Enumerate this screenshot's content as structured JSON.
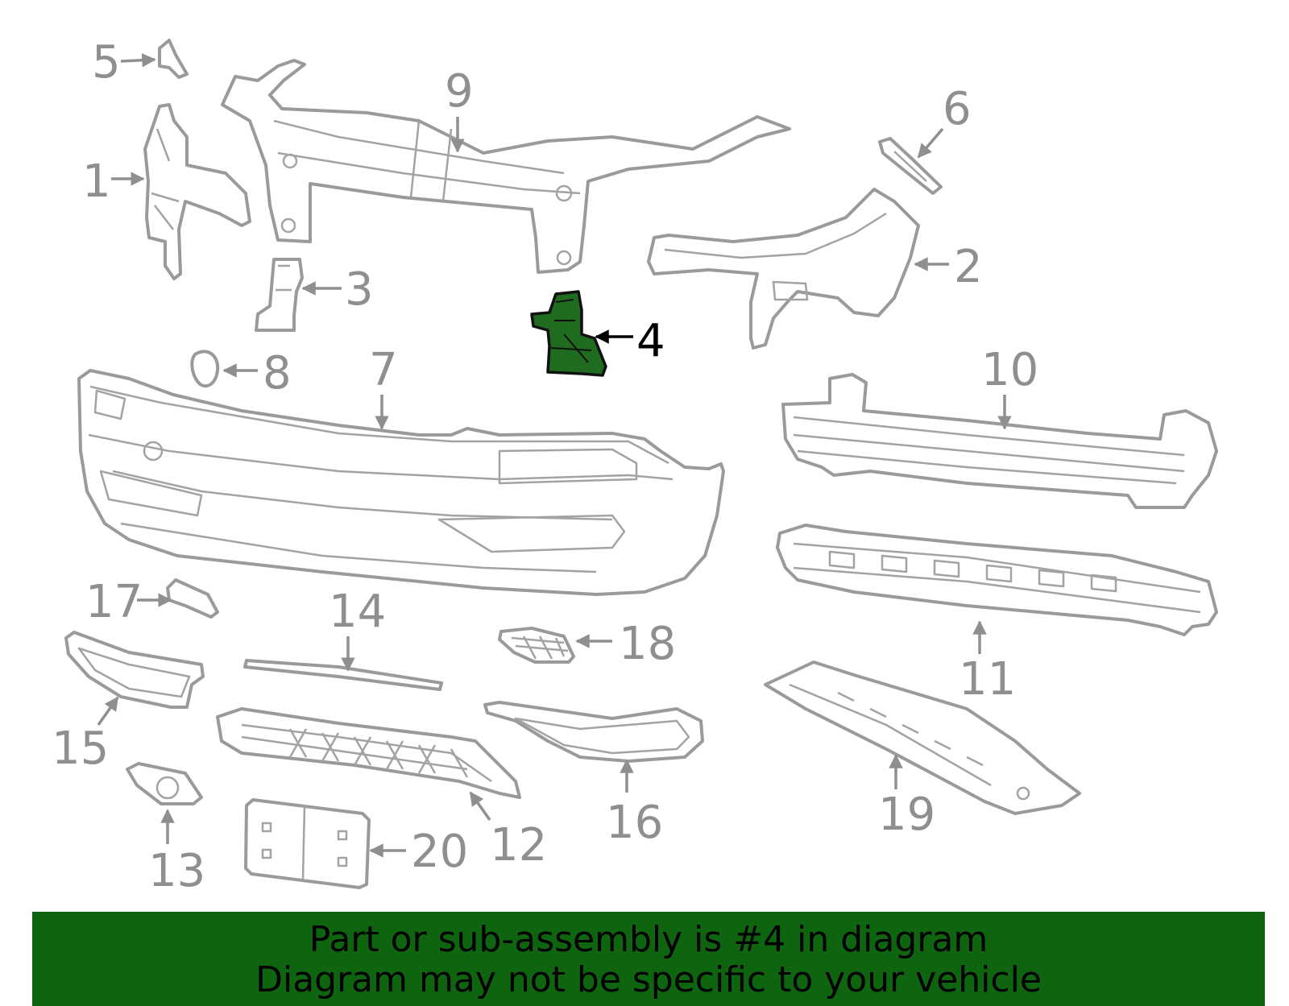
{
  "callouts": {
    "p1": "1",
    "p2": "2",
    "p3": "3",
    "p4": "4",
    "p5": "5",
    "p6": "6",
    "p7": "7",
    "p8": "8",
    "p9": "9",
    "p10": "10",
    "p11": "11",
    "p12": "12",
    "p13": "13",
    "p14": "14",
    "p15": "15",
    "p16": "16",
    "p17": "17",
    "p18": "18",
    "p19": "19",
    "p20": "20"
  },
  "highlighted_part": "4",
  "colors": {
    "highlight_fill": "#1f6b1f",
    "banner_background": "#0f640f",
    "line_art": "#9a9a9a"
  },
  "banner": {
    "line1": "Part or sub-assembly is #4 in diagram",
    "line2": "Diagram may not be specific to your vehicle"
  }
}
